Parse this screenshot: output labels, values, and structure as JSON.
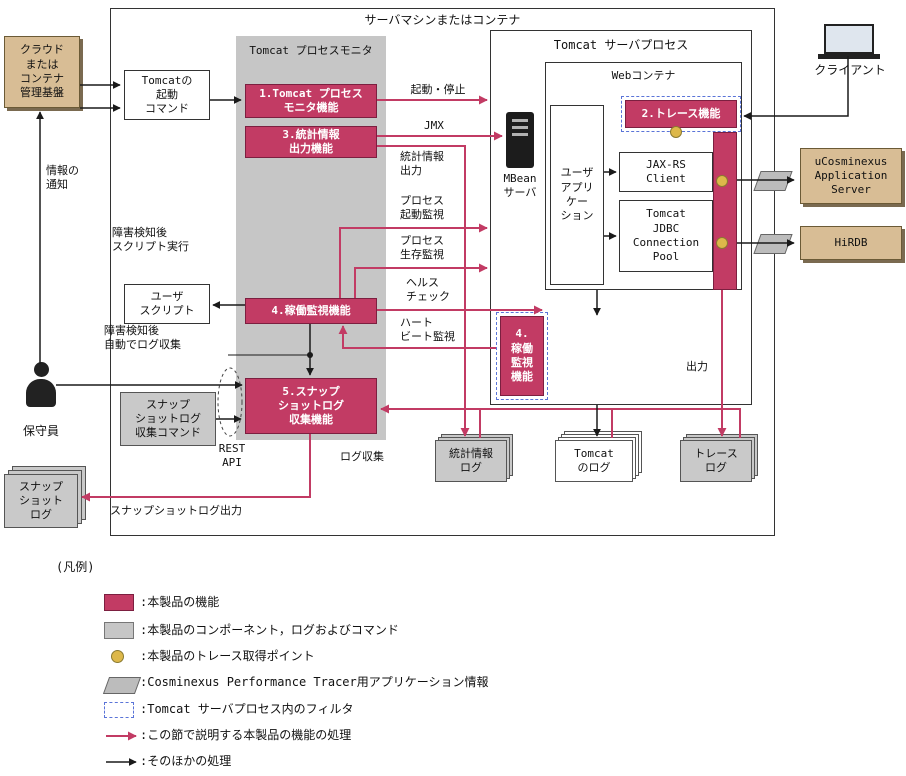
{
  "colors": {
    "red": "#c23b64",
    "tan": "#d8bd95",
    "gray": "#c6c6c6",
    "yellow": "#ddb84a",
    "blue_dash": "#5a74d8"
  },
  "titles": {
    "outer": "サーバマシンまたはコンテナ",
    "monitor": "Tomcat プロセスモニタ",
    "server_process": "Tomcat サーバプロセス",
    "web_container": "Webコンテナ"
  },
  "nodes": {
    "cloud": "クラウド\nまたは\nコンテナ\n管理基盤",
    "tomcat_cmd": "Tomcatの\n起動\nコマンド",
    "f1": "1.Tomcat プロセス\nモニタ機能",
    "f3": "3.統計情報\n出力機能",
    "f4": "4.稼働監視機能",
    "f5": "5.スナップ\nショットログ\n収集機能",
    "mbean": "MBean\nサーバ",
    "trace": "2.トレース機能",
    "user_app": "ユーザ\nアプリ\nケー\nション",
    "jaxrs": "JAX-RS\nClient",
    "jdbc": "Tomcat\nJDBC\nConnection\nPool",
    "f4_inner": "4.\n稼働\n監視\n機能",
    "client": "クライアント",
    "ucosminexus": "uCosminexus\nApplication\nServer",
    "hirdb": "HiRDB",
    "user_script": "ユーザ\nスクリプト",
    "maintainer": "保守員",
    "snapshot_cmd": "スナップ\nショットログ\n収集コマンド",
    "log_stats": "統計情報\nログ",
    "log_tomcat": "Tomcat\nのログ",
    "log_trace": "トレース\nログ",
    "log_snapshot": "スナップ\nショット\nログ"
  },
  "labels": {
    "start_stop": "起動・停止",
    "jmx": "JMX",
    "stats_out": "統計情報\n出力",
    "proc_start": "プロセス\n起動監視",
    "proc_alive": "プロセス\n生存監視",
    "health": "ヘルス\nチェック",
    "heartbeat": "ハート\nビート監視",
    "info_notify": "情報の\n通知",
    "script_exec": "障害検知後\nスクリプト実行",
    "auto_collect": "障害検知後\n自動でログ収集",
    "rest_api": "REST\nAPI",
    "log_collect": "ログ収集",
    "output": "出力",
    "snapshot_out": "スナップショットログ出力"
  },
  "legend": {
    "title": "(凡例)",
    "items": [
      {
        "label": ":本製品の機能"
      },
      {
        "label": ":本製品のコンポーネント，ログおよびコマンド"
      },
      {
        "label": ":本製品のトレース取得ポイント"
      },
      {
        "label": ":Cosminexus Performance Tracer用アプリケーション情報"
      },
      {
        "label": ":Tomcat サーバプロセス内のフィルタ"
      },
      {
        "label": ":この節で説明する本製品の機能の処理"
      },
      {
        "label": ":そのほかの処理"
      }
    ]
  }
}
